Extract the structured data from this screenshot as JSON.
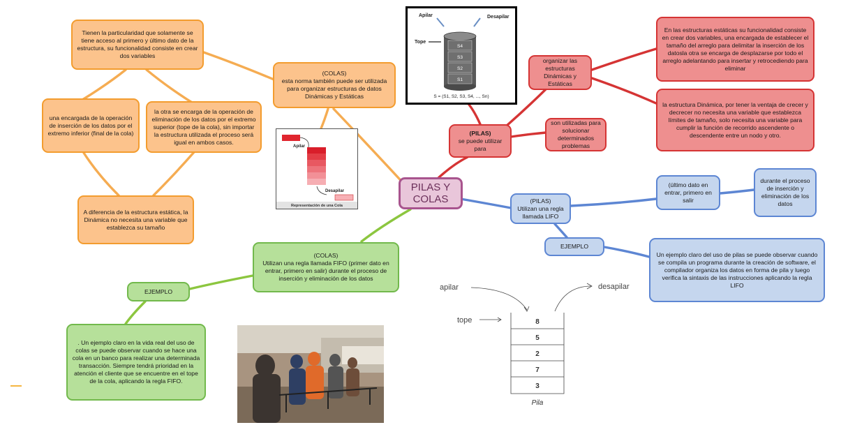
{
  "center": {
    "title_line1": "PILAS Y",
    "title_line2": "COLAS"
  },
  "colas": {
    "main": {
      "title": "(COLAS)",
      "text": "esta norma también puede ser utilizada para organizar estructuras de datos Dinámicas y Estáticas"
    },
    "particularity": "Tienen la particularidad que solamente se tiene acceso al primero y último dato de la estructura, su funcionalidad consiste en crear dos variables",
    "var_lower": "una encargada de la operación de inserción de los datos por el extremo inferior (final de la cola)",
    "var_upper": "la otra se encarga de la operación de eliminación de los datos por el extremo superior (tope de la cola), sin importar la estructura utilizada el proceso será igual en ambos casos.",
    "dynamic_diff": "A diferencia de la estructura estática, la Dinámica no necesita una variable que establezca su tamaño",
    "fifo": {
      "title": "(COLAS)",
      "text": "Utilizan una regla llamada FIFO (primer dato en entrar, primero en salir) durante el proceso de inserción y eliminación de los datos"
    },
    "example_label": "EJEMPLO",
    "example_text": ". Un ejemplo claro en la vida real del uso de colas se puede observar cuando se hace una cola en un banco para realizar una determinada transacción. Siempre tendrá prioridad en la atención el cliente que se encuentre en el tope de la cola, aplicando la regla FIFO.",
    "figure": {
      "push": "Apilar",
      "pop": "Desapilar",
      "caption": "Representación de una Cola"
    }
  },
  "pilas": {
    "main": {
      "title": "(PILAS)",
      "text": "se puede utilizar para"
    },
    "organize": "organizar las estructuras Dinámicas y Estáticas",
    "solve": "son utilizadas para solucionar determinados problemas",
    "static_text": "En las estructuras estáticas su funcionalidad consiste en crear dos variables, una encargada de establecer el tamaño del arreglo para delimitar la inserción de los datosla otra se encarga de desplazarse por todo el arreglo adelantando para insertar y retrocediendo para eliminar",
    "dynamic_text": "la estructura Dinámica, por tener la ventaja de crecer y decrecer no necesita una variable que establezca límites de tamaño, solo necesita una variable para cumplir la función de recorrido ascendente o descendente entre un nodo y otro.",
    "lifo": {
      "title": "(PILAS)",
      "text": "Utilizan una regla llamada LIFO"
    },
    "last_in": "(último dato en entrar, primero en salir",
    "during": "durante el proceso de inserción y eliminación de los datos",
    "example_label": "EJEMPLO",
    "example_text": "Un ejemplo claro del uso de pilas se puede observar cuando se compila un programa durante la creación de software, el compilador organiza los datos en forma de pila y luego verifica la sintaxis de las instrucciones aplicando la regla LIFO",
    "figure": {
      "push": "Apilar",
      "pop": "Desapilar",
      "top": "Tope",
      "items": [
        "S4",
        "S3",
        "S2",
        "S1"
      ],
      "formula": "S = (S1, S2, S3, S4, ..., Sn)"
    }
  },
  "pila_figure": {
    "push": "apilar",
    "pop": "desapilar",
    "top": "tope",
    "values": [
      "8",
      "5",
      "2",
      "7",
      "3"
    ],
    "caption": "Pila"
  },
  "colors": {
    "orange_line": "#f39c2e",
    "red_line": "#d53434",
    "blue_line": "#5d86d3",
    "green_line": "#8cc63f",
    "purple": "#a8548e"
  }
}
